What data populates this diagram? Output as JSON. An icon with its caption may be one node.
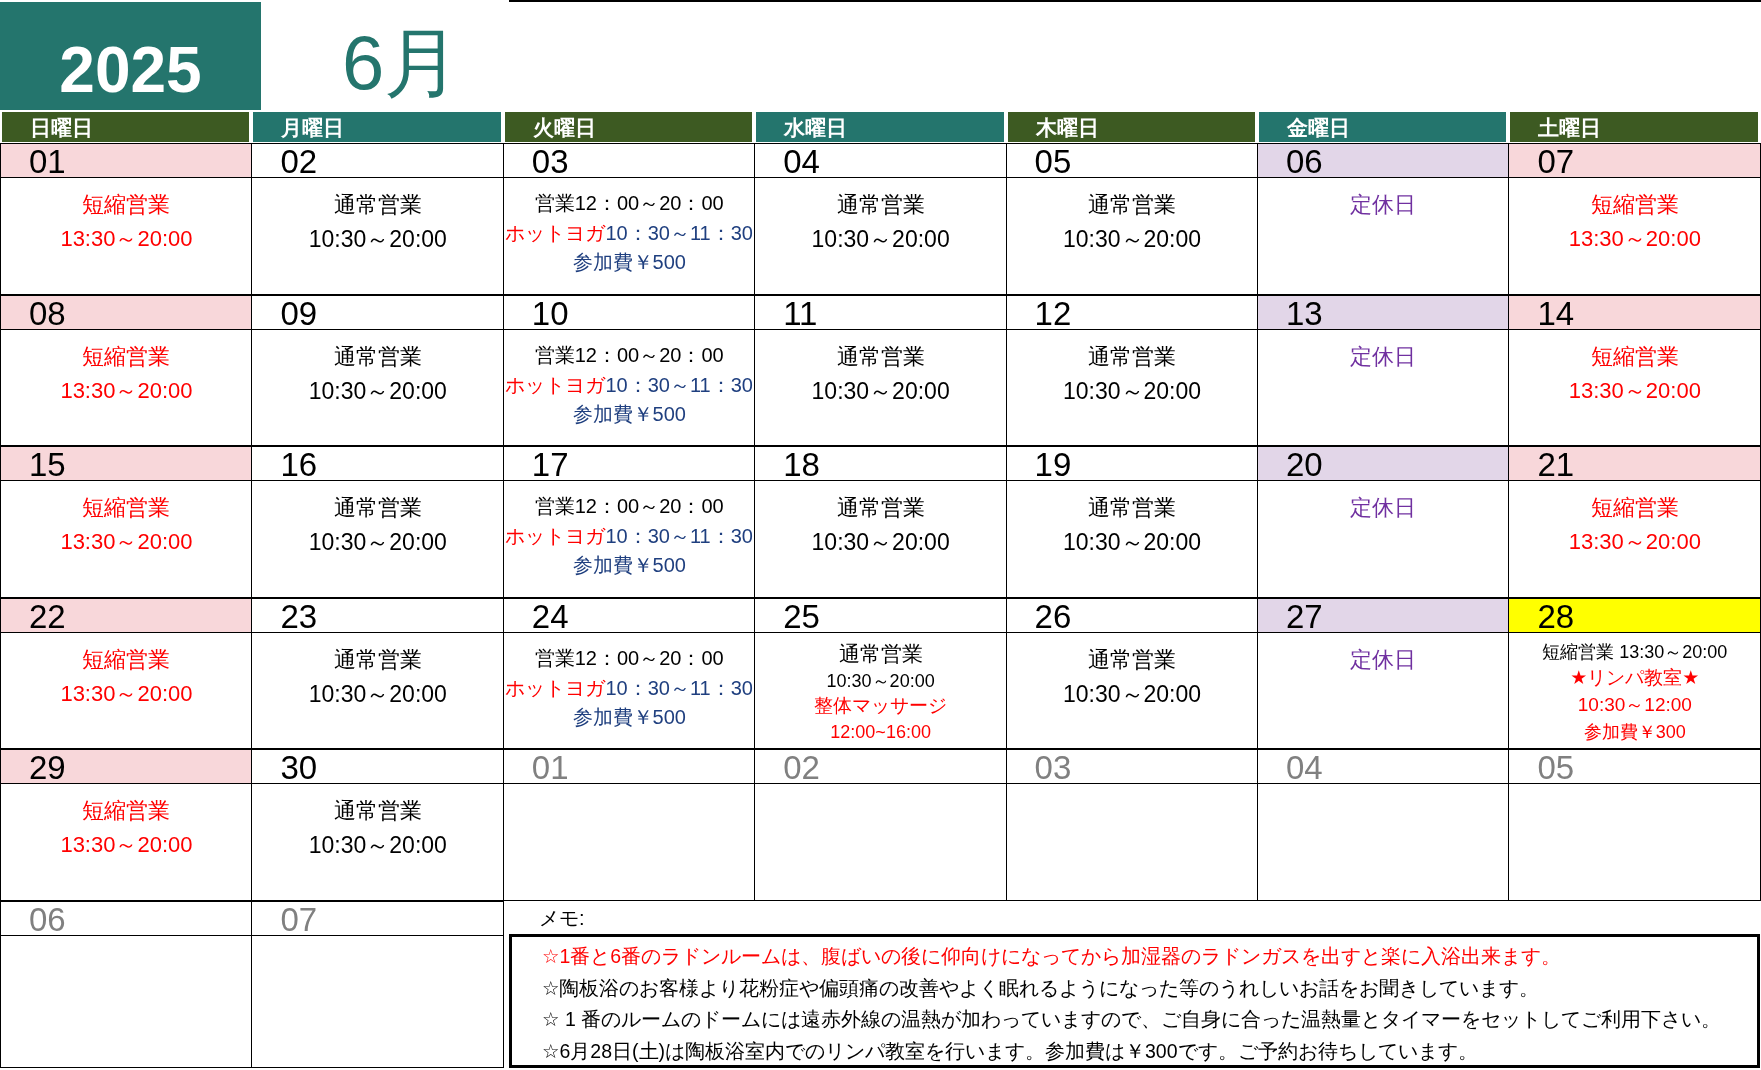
{
  "diagram": {
    "title": "6月",
    "nodes": [
      {
        "text": [
          "2025"
        ]
      },
      {
        "text": [
          "日曜日"
        ]
      },
      {
        "text": [
          "月曜日"
        ]
      },
      {
        "text": [
          "火曜日"
        ]
      },
      {
        "text": [
          "水曜日"
        ]
      },
      {
        "text": [
          "木曜日"
        ]
      },
      {
        "text": [
          "金曜日"
        ]
      },
      {
        "text": [
          "土曜日"
        ]
      },
      {
        "text": [
          "01",
          "短縮営業",
          "13:30～20:00"
        ]
      },
      {
        "text": [
          "02",
          "通常営業",
          "10:30～20:00"
        ]
      },
      {
        "text": [
          "03",
          "営業12：00～20：00",
          "ホットヨガ",
          "10：30～11：30",
          "参加費￥500"
        ]
      },
      {
        "text": [
          "04",
          "通常営業",
          "10:30～20:00"
        ]
      },
      {
        "text": [
          "05",
          "通常営業",
          "10:30～20:00"
        ]
      },
      {
        "text": [
          "06",
          "定休日"
        ]
      },
      {
        "text": [
          "07",
          "短縮営業",
          "13:30～20:00"
        ]
      },
      {
        "text": [
          "08",
          "短縮営業",
          "13:30～20:00"
        ]
      },
      {
        "text": [
          "09",
          "通常営業",
          "10:30～20:00"
        ]
      },
      {
        "text": [
          "10",
          "営業12：00～20：00",
          "ホットヨガ",
          "10：30～11：30",
          "参加費￥500"
        ]
      },
      {
        "text": [
          "11",
          "通常営業",
          "10:30～20:00"
        ]
      },
      {
        "text": [
          "12",
          "通常営業",
          "10:30～20:00"
        ]
      },
      {
        "text": [
          "13",
          "定休日"
        ]
      },
      {
        "text": [
          "14",
          "短縮営業",
          "13:30～20:00"
        ]
      },
      {
        "text": [
          "15",
          "短縮営業",
          "13:30～20:00"
        ]
      },
      {
        "text": [
          "16",
          "通常営業",
          "10:30～20:00"
        ]
      },
      {
        "text": [
          "17",
          "営業12：00～20：00",
          "ホットヨガ",
          "10：30～11：30",
          "参加費￥500"
        ]
      },
      {
        "text": [
          "18",
          "通常営業",
          "10:30～20:00"
        ]
      },
      {
        "text": [
          "19",
          "通常営業",
          "10:30～20:00"
        ]
      },
      {
        "text": [
          "20",
          "定休日"
        ]
      },
      {
        "text": [
          "21",
          "短縮営業",
          "13:30～20:00"
        ]
      },
      {
        "text": [
          "22",
          "短縮営業",
          "13:30～20:00"
        ]
      },
      {
        "text": [
          "23",
          "通常営業",
          "10:30～20:00"
        ]
      },
      {
        "text": [
          "24",
          "営業12：00～20：00",
          "ホットヨガ",
          "10：30～11：30",
          "参加費￥500"
        ]
      },
      {
        "text": [
          "25",
          "通常営業",
          "10:30～20:00",
          "整体マッサージ",
          "12:00~16:00"
        ]
      },
      {
        "text": [
          "26",
          "通常営業",
          "10:30～20:00"
        ]
      },
      {
        "text": [
          "27",
          "定休日"
        ]
      },
      {
        "text": [
          "28",
          "短縮営業 13:30～20:00",
          "★リンパ教室★",
          "10:30～12:00",
          "参加費￥300"
        ]
      },
      {
        "text": [
          "29",
          "短縮営業",
          "13:30～20:00"
        ]
      },
      {
        "text": [
          "30",
          "通常営業",
          "10:30～20:00"
        ]
      },
      {
        "text": [
          "01"
        ]
      },
      {
        "text": [
          "02"
        ]
      },
      {
        "text": [
          "03"
        ]
      },
      {
        "text": [
          "04"
        ]
      },
      {
        "text": [
          "05"
        ]
      },
      {
        "text": [
          "06"
        ]
      },
      {
        "text": [
          "07"
        ]
      },
      {
        "text": [
          "☆1番と6番のラドンルームは、腹ばいの後に仰向けになってから加湿器のラドンガスを出すと楽に入浴出来ます。",
          "☆陶板浴のお客様より花粉症や偏頭痛の改善やよく眠れるようになった等のうれしいお話をお聞きしています。",
          "☆ 1 番のルームのドームには遠赤外線の温熱が加わっていますので、ご自身に合った温熱量とタイマーをセットしてご利用下さい。",
          "☆6月28日(土)は陶板浴室内でのリンパ教室を行います。参加費は￥300です。ご予約お待ちしています。"
        ]
      }
    ],
    "labels": [
      "メモ:"
    ]
  }
}
